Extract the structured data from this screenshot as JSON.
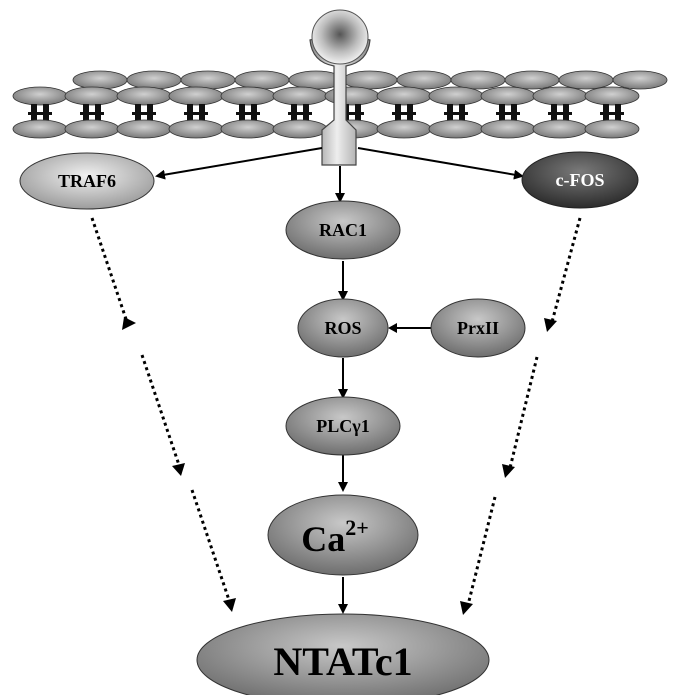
{
  "nodes": {
    "traf6": "TRAF6",
    "cfos": "c-FOS",
    "rac1": "RAC1",
    "ros": "ROS",
    "prxii": "PrxII",
    "plcg1": "PLCγ1",
    "ca_base": "Ca",
    "ca_sup": "2+",
    "ntatc1": "NTATc1"
  }
}
